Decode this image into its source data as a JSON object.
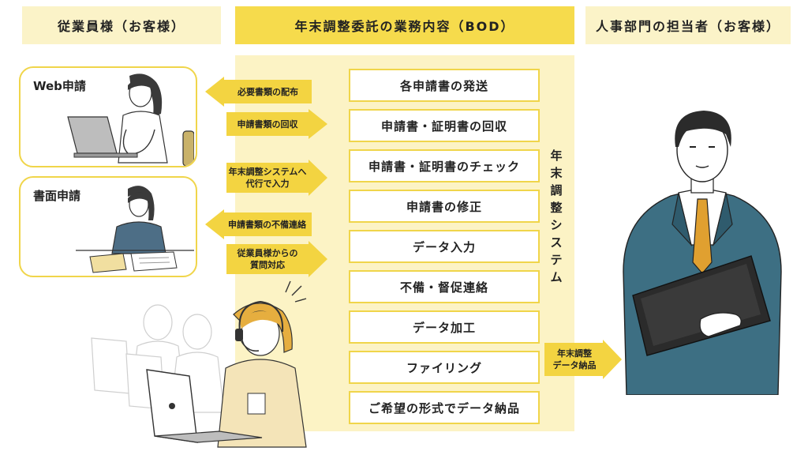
{
  "headers": {
    "left": "従業員様（お客様）",
    "center": "年末調整委託の業務内容（BOD）",
    "right": "人事部門の担当者（お客様）"
  },
  "cards": {
    "web": "Web申請",
    "paper": "書面申請"
  },
  "arrows": [
    "必要書類の配布",
    "申請書類の回収",
    "年末調整システムへ\n代行で入力",
    "申請書類の不備連絡",
    "従業員様からの\n質問対応"
  ],
  "tasks": [
    "各申請書の発送",
    "申請書・証明書の回収",
    "申請書・証明書のチェック",
    "申請書の修正",
    "データ入力",
    "不備・督促連絡",
    "データ加工",
    "ファイリング",
    "ご希望の形式でデータ納品"
  ],
  "system_label": "年末調整システム",
  "delivery_label": "年末調整\nデータ納品",
  "colors": {
    "accent": "#f6db4c",
    "light": "#fcf3c5",
    "arrow": "#f3d441",
    "suit": "#3d6f83",
    "tie": "#e0a030"
  }
}
